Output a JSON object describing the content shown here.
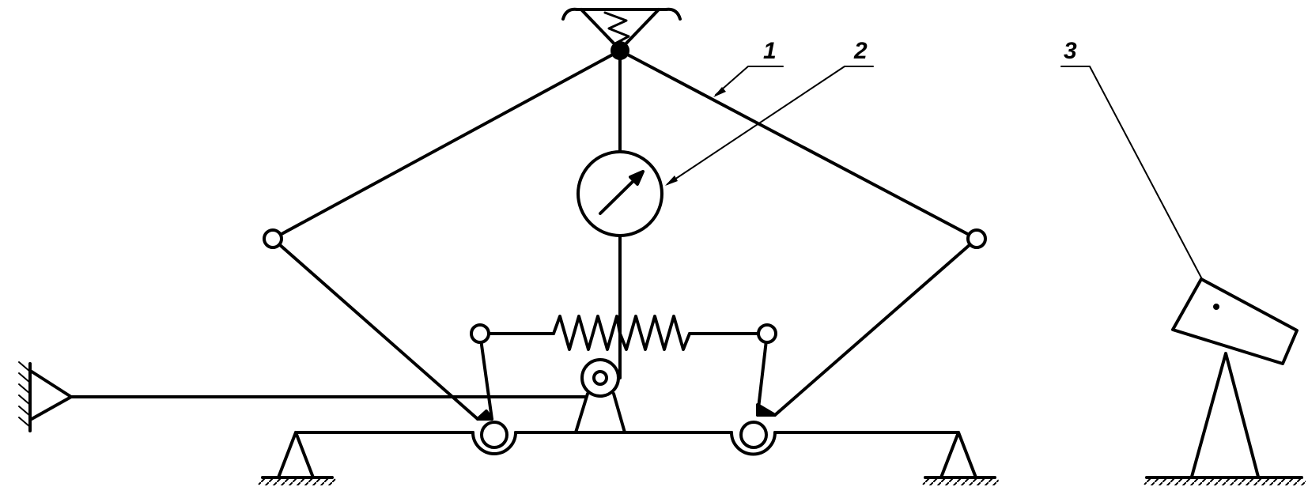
{
  "callouts": [
    {
      "id": "1",
      "text": "1"
    },
    {
      "id": "2",
      "text": "2"
    },
    {
      "id": "3",
      "text": "3"
    }
  ],
  "colors": {
    "ink": "#000000",
    "paper": "#ffffff"
  },
  "icons": [
    "spring-icon",
    "dial-gauge-icon",
    "pulley-icon",
    "pin-joint-icon",
    "ground-support-icon",
    "optical-device-icon"
  ]
}
